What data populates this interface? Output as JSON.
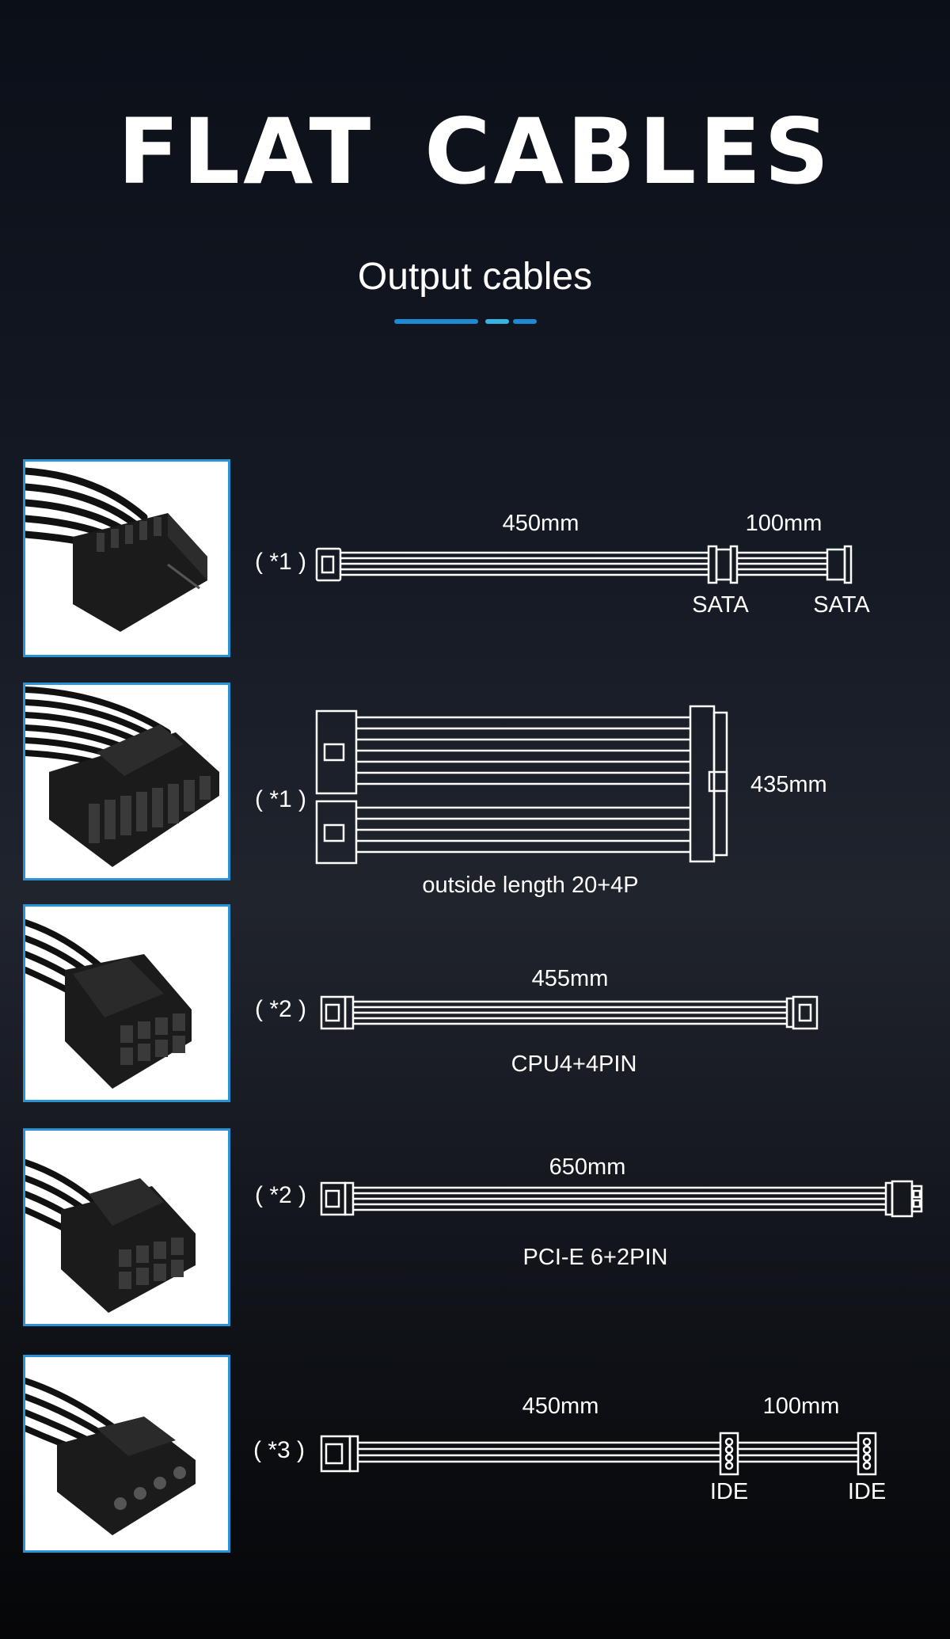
{
  "header": {
    "title": "FLAT CABLES",
    "subtitle": "Output cables"
  },
  "colors": {
    "accent": "#1e8ad3",
    "accent_light": "#36b4e6",
    "photo_border": "#2a93d6"
  },
  "cables": [
    {
      "qty": "( *1 )",
      "lengths": [
        "450mm",
        "100mm"
      ],
      "connectors": [
        "SATA",
        "SATA"
      ],
      "icon": "sata-connector-photo"
    },
    {
      "qty": "( *1 )",
      "length": "435mm",
      "name": "outside length 20+4P",
      "icon": "atx-24pin-connector-photo"
    },
    {
      "qty": "( *2 )",
      "length": "455mm",
      "name": "CPU4+4PIN",
      "icon": "cpu-8pin-connector-photo"
    },
    {
      "qty": "( *2 )",
      "length": "650mm",
      "name": "PCI-E 6+2PIN",
      "icon": "pcie-8pin-connector-photo"
    },
    {
      "qty": "( *3 )",
      "lengths": [
        "450mm",
        "100mm"
      ],
      "connectors": [
        "IDE",
        "IDE"
      ],
      "icon": "molex-ide-connector-photo"
    }
  ]
}
